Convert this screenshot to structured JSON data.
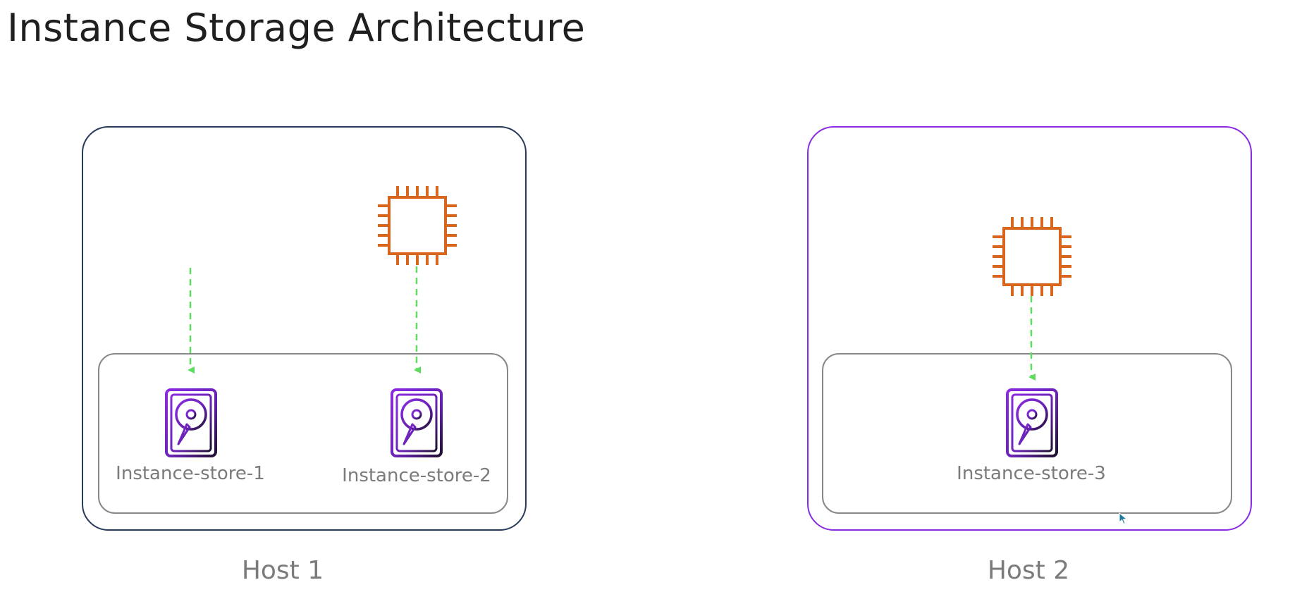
{
  "title": "Instance Storage Architecture",
  "hosts": [
    {
      "label": "Host 1",
      "border_color": "#263a59",
      "stores": [
        "Instance-store-1",
        "Instance-store-2"
      ],
      "compute_icon": "cpu-chip-icon"
    },
    {
      "label": "Host 2",
      "border_color": "#8a2be2",
      "stores": [
        "Instance-store-3"
      ],
      "compute_icon": "cpu-chip-icon"
    }
  ],
  "icons": {
    "storage": "hard-drive-icon",
    "compute": "cpu-chip-icon",
    "cursor": "mouse-cursor-icon"
  },
  "colors": {
    "chip": "#d8661c",
    "drive_light": "#8a2be2",
    "drive_dark": "#1e1030",
    "arrow": "#5fdc5f",
    "storage_border": "#888888",
    "label": "#7b7b7b"
  }
}
